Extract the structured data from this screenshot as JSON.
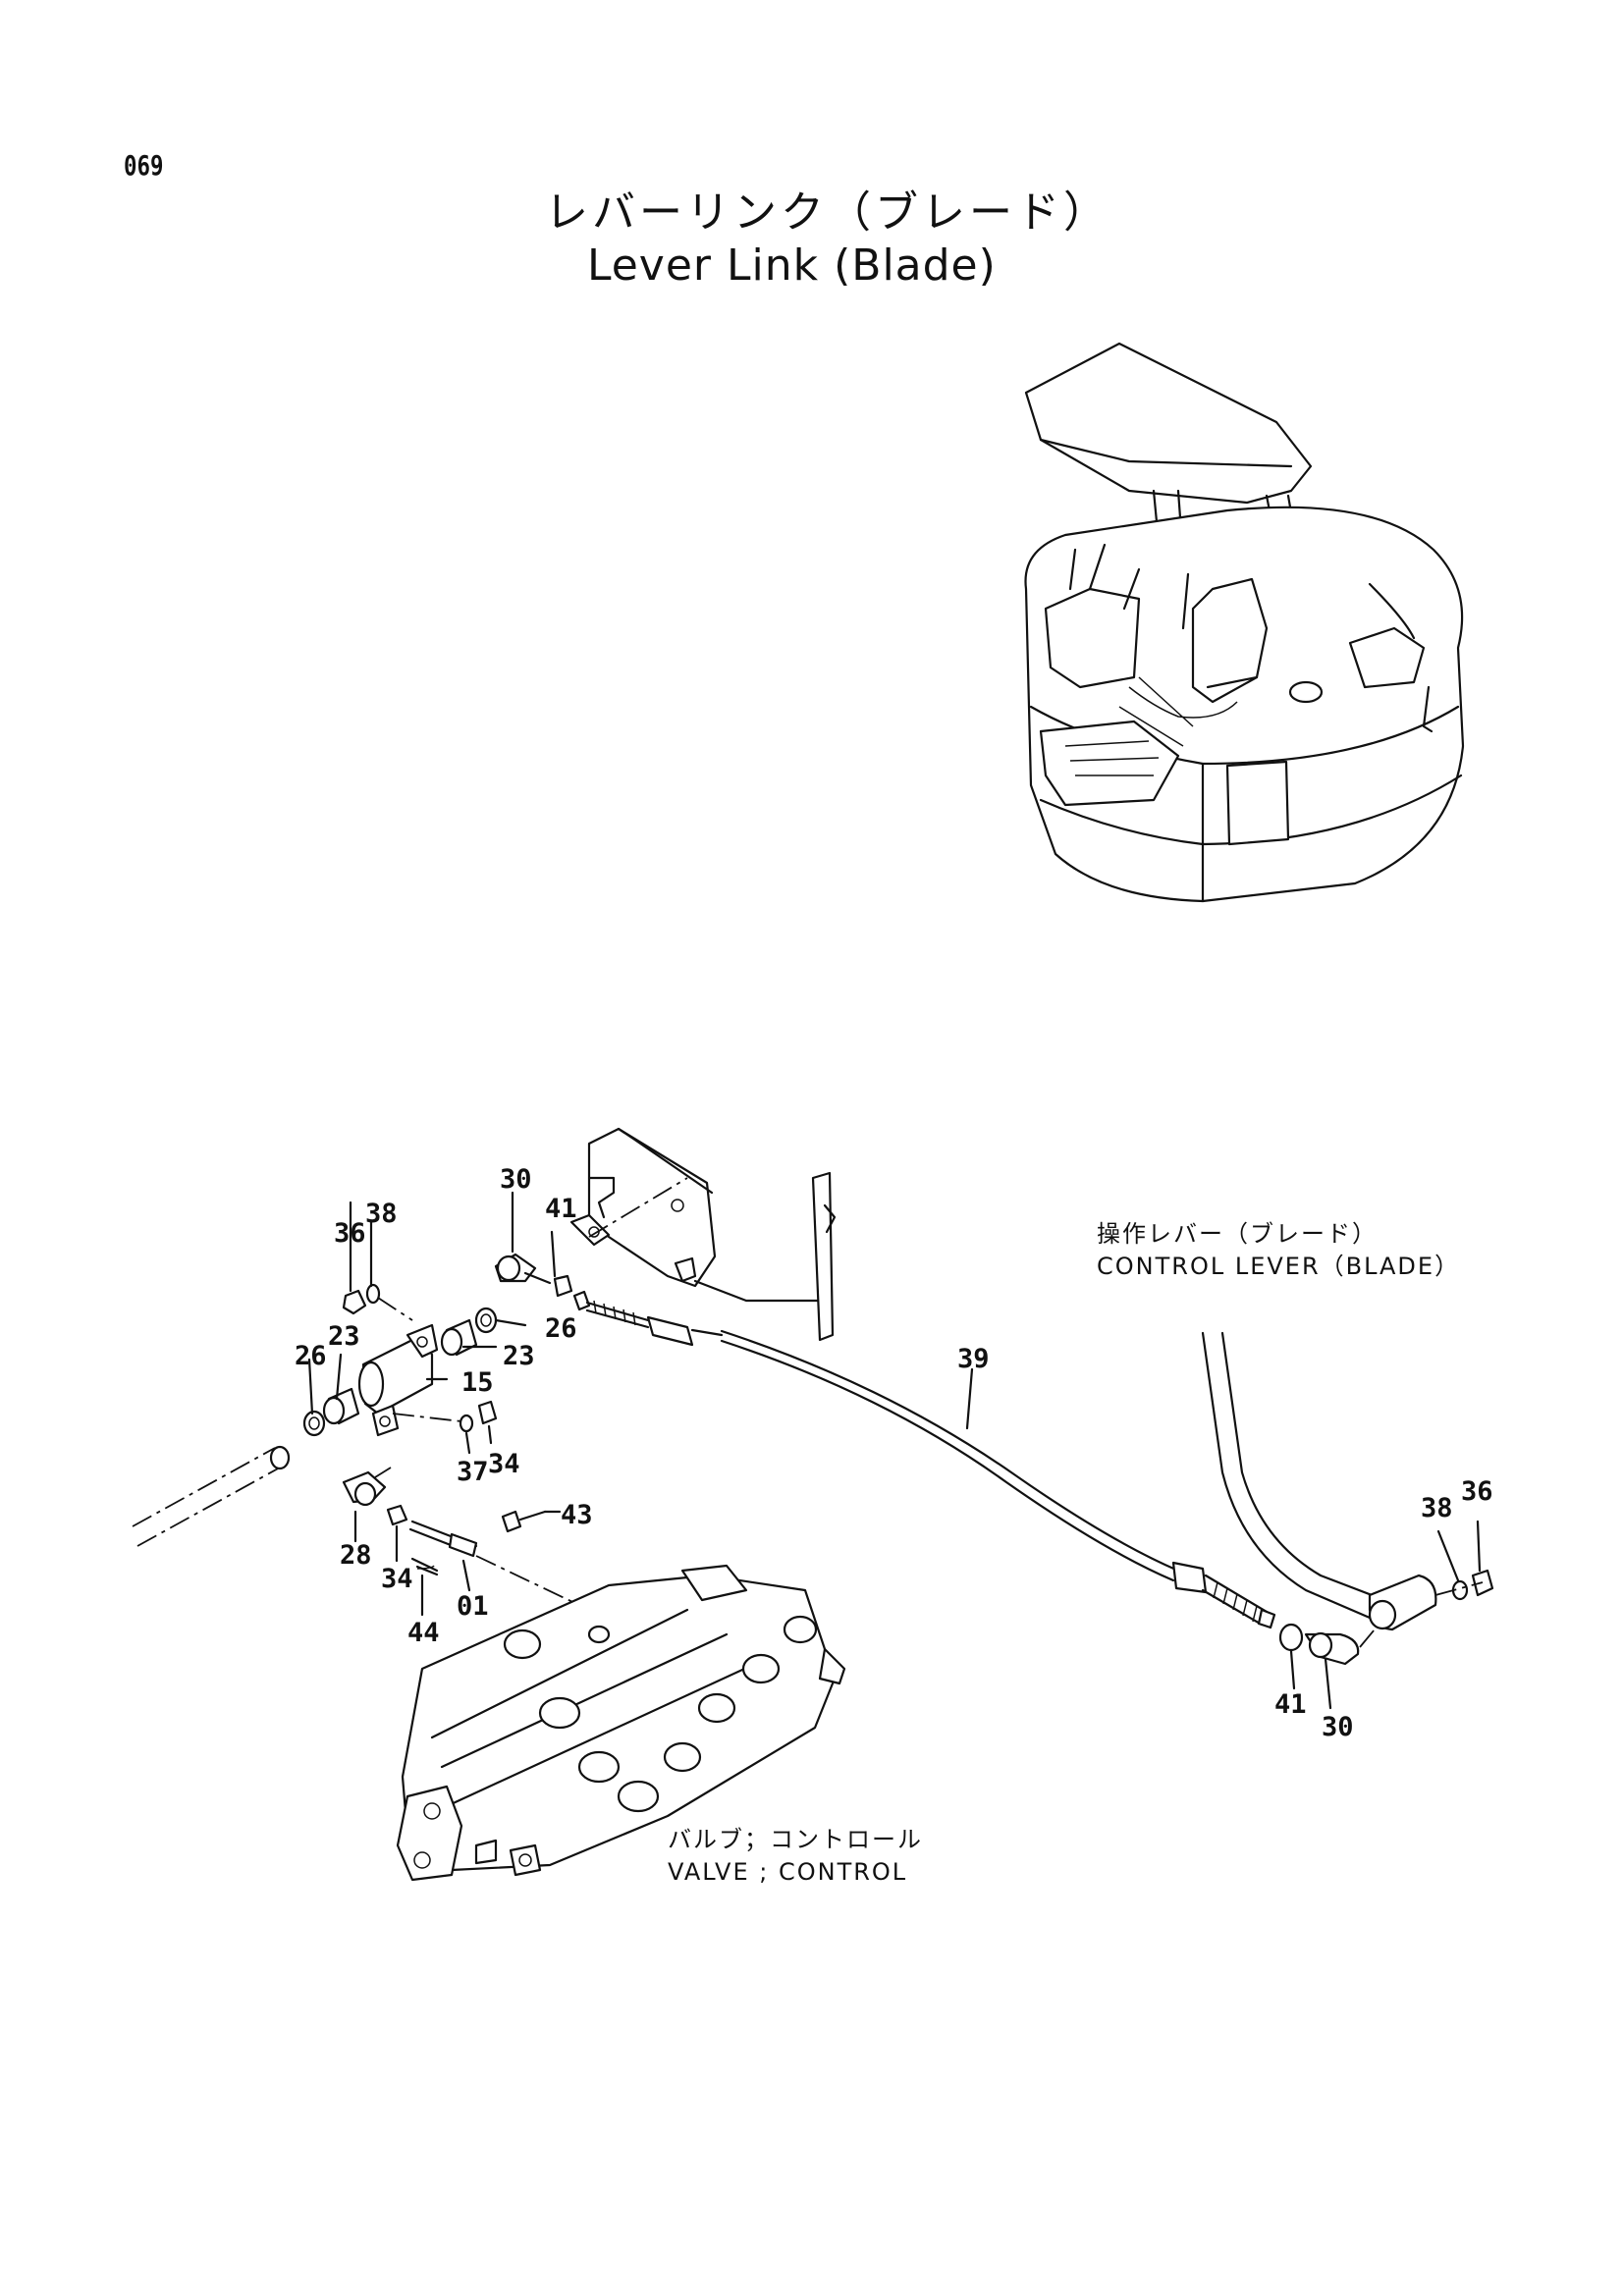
{
  "page": {
    "number": "069",
    "title_jp": "レバーリンク（ブレード）",
    "title_en": "Lever Link (Blade)"
  },
  "callouts": {
    "control_lever": {
      "jp": "操作レバー（ブレード）",
      "en": "CONTROL LEVER（BLADE）"
    },
    "valve": {
      "jp": "バルブ；コントロール",
      "en": "VALVE ; CONTROL"
    }
  },
  "part_numbers": {
    "p30_top": "30",
    "p41_top": "41",
    "p36_left": "36",
    "p38_left": "38",
    "p26_left": "26",
    "p23_left": "23",
    "p23_right": "23",
    "p26_right": "26",
    "p15": "15",
    "p37": "37",
    "p34_upper": "34",
    "p28": "28",
    "p34_lower": "34",
    "p43": "43",
    "p01": "01",
    "p44": "44",
    "p39": "39",
    "p38_right": "38",
    "p36_right": "36",
    "p41_bottom": "41",
    "p30_bottom": "30"
  }
}
